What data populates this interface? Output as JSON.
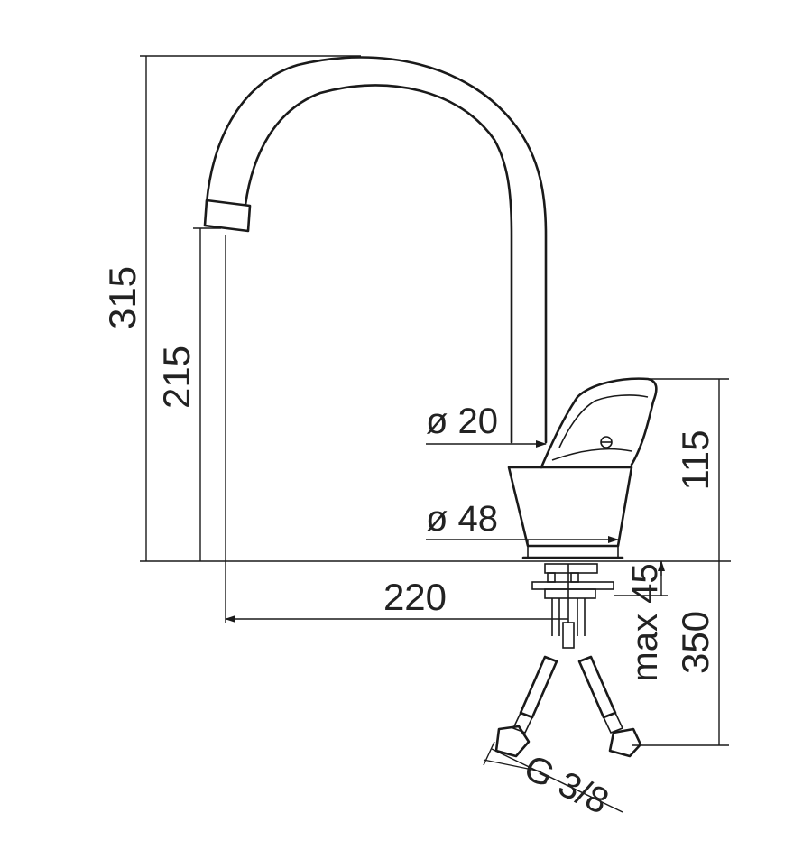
{
  "dimensions": {
    "total_height": "315",
    "spout_height": "215",
    "spout_diameter": "ø 20",
    "base_diameter": "ø 48",
    "spout_reach": "220",
    "body_height": "115",
    "max_thickness": "max 45",
    "hose_length": "350",
    "thread": "G 3/8"
  },
  "colors": {
    "line": "#1a1a1a",
    "text": "#222222",
    "background": "#ffffff"
  }
}
